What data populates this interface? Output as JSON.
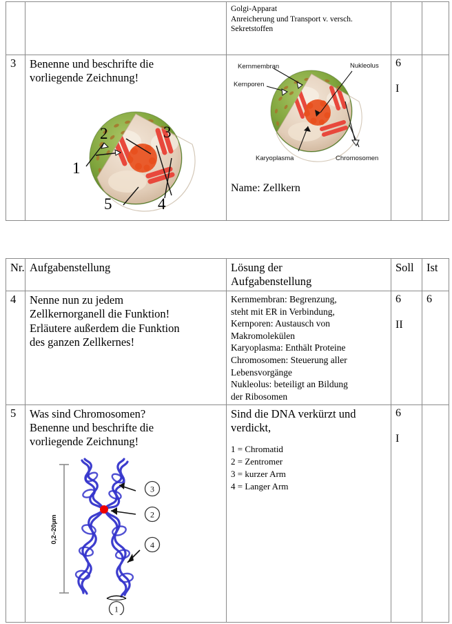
{
  "document": {
    "language": "de",
    "title": "Biologie Aufgabenblatt – Zellkern und Chromosomen"
  },
  "table_top": {
    "columns": [
      "Nr.",
      "Aufgabenstellung",
      "Lösung der Aufgabenstellung",
      "Soll",
      "Ist"
    ],
    "continued_row": {
      "nr": "",
      "task": "",
      "solution": "Golgi-Apparat\nAnreicherung und Transport v. versch. Sekretstoffen",
      "soll": "",
      "ist": ""
    },
    "row_3": {
      "nr": "3",
      "task": "Benenne und beschrifte die\nvorliegende Zeichnung!",
      "solution_name_label": "Name: Zellkern",
      "soll": "6",
      "soll_level": "I",
      "ist": ""
    }
  },
  "table_bottom": {
    "header": {
      "nr": "Nr.",
      "task": "Aufgabenstellung",
      "solution": "Lösung der\nAufgabenstellung",
      "soll": "Soll",
      "ist": "Ist"
    },
    "row_4": {
      "nr": "4",
      "task": "Nenne nun zu jedem\nZellkernorganell die Funktion!\nErläutere außerdem die Funktion\ndes ganzen Zellkernes!",
      "solution": "Kernmembran: Begrenzung,\nsteht mit ER in Verbindung,\nKernporen: Austausch von\nMakromolekülen\nKaryoplasma: Enthält Proteine\nChromosomen: Steuerung aller\nLebensvorgänge\nNukleolus: beteiligt an Bildung\nder Ribosomen",
      "soll": "6",
      "soll_level": "II",
      "ist": "6"
    },
    "row_5": {
      "nr": "5",
      "task": "Was sind Chromosomen?\nBenenne und beschrifte die\nvorliegende Zeichnung!",
      "solution_lead": "Sind die DNA verkürzt und\nverdickt,",
      "solution_list": "1 = Chromatid\n2 = Zentromer\n3 = kurzer Arm\n4 = Langer Arm",
      "soll": "6",
      "soll_level": "I",
      "ist": ""
    }
  },
  "figures": {
    "nucleus_question": {
      "caption": "",
      "callout_numbers": [
        "1",
        "2",
        "3",
        "4",
        "5"
      ]
    },
    "nucleus_solution": {
      "labels": [
        "Kernmembran",
        "Kernporen",
        "Nukleolus",
        "Karyoplasma",
        "Chromosomen"
      ]
    },
    "chromosome": {
      "scale_label": "0,2–20µm",
      "callout_numbers": [
        "1",
        "2",
        "3",
        "4"
      ]
    }
  },
  "colors": {
    "border": "#8a8a8a",
    "text": "#000000",
    "nucleus_green_light": "#8fae4a",
    "nucleus_green_dark": "#4f7a22",
    "nucleus_pore": "#a8742c",
    "nucleoplasm": "#e8d5c2",
    "chromosome_red": "#e8483c",
    "nucleolus_orange": "#e8501e",
    "chromosome_blue": "#3333cc",
    "centromere_red": "#ee0000",
    "scale_gray": "#8a8a8a"
  }
}
